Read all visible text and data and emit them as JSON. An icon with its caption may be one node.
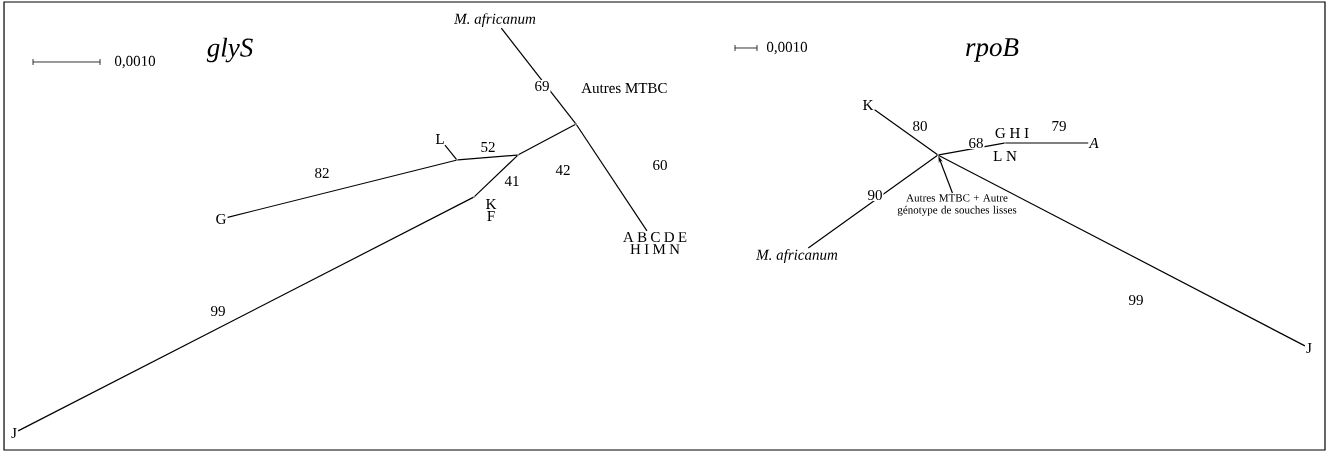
{
  "diagram": {
    "nodes": [
      {
        "text": [
          "M. africanum"
        ]
      },
      {
        "text": [],
        "shape": "point",
        "beside": [
          "Autres MTBC"
        ]
      },
      {
        "text": [
          "A B C D E H I M N"
        ]
      },
      {
        "text": [],
        "shape": "point"
      },
      {
        "text": [],
        "shape": "point"
      },
      {
        "text": [
          "L"
        ]
      },
      {
        "text": [
          "G"
        ]
      },
      {
        "text": [],
        "shape": "point",
        "beside": [
          "K F"
        ]
      },
      {
        "text": [
          "J"
        ]
      },
      {
        "text": [
          "K"
        ]
      },
      {
        "text": [],
        "shape": "point"
      },
      {
        "text": [],
        "shape": "point",
        "beside": [
          "G H I",
          "L N"
        ]
      },
      {
        "text": [
          "A"
        ]
      },
      {
        "text": [
          "M. africanum"
        ]
      },
      {
        "text": [
          "J"
        ]
      },
      {
        "text": [
          "Autres MTBC + Autre génotype de souches lisses"
        ]
      }
    ],
    "edges": [
      {
        "from": 1,
        "to": 0,
        "arrow": "none",
        "label": "69"
      },
      {
        "from": 1,
        "to": 2,
        "arrow": "none",
        "label": "60"
      },
      {
        "from": 1,
        "to": 3,
        "arrow": "none",
        "label": "42"
      },
      {
        "from": 3,
        "to": 4,
        "arrow": "none",
        "label": "52"
      },
      {
        "from": 4,
        "to": 5,
        "arrow": "none"
      },
      {
        "from": 4,
        "to": 6,
        "arrow": "none",
        "label": "82"
      },
      {
        "from": 3,
        "to": 7,
        "arrow": "none",
        "label": "41"
      },
      {
        "from": 7,
        "to": 8,
        "arrow": "none",
        "label": "99"
      },
      {
        "from": 10,
        "to": 9,
        "arrow": "none",
        "label": "80"
      },
      {
        "from": 10,
        "to": 11,
        "arrow": "none",
        "label": "68"
      },
      {
        "from": 11,
        "to": 12,
        "arrow": "none",
        "label": "79"
      },
      {
        "from": 10,
        "to": 13,
        "arrow": "none",
        "label": "90"
      },
      {
        "from": 10,
        "to": 14,
        "arrow": "none",
        "label": "99"
      },
      {
        "from": 15,
        "to": 10,
        "arrow": "to"
      }
    ],
    "labels": [
      "0,0010",
      "glyS",
      "0,0010",
      "rpoB"
    ]
  }
}
